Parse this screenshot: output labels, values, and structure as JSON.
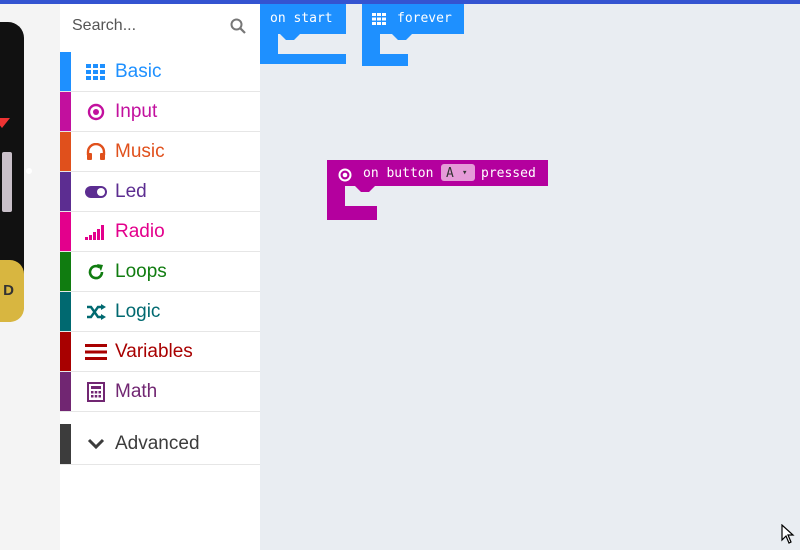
{
  "search": {
    "placeholder": "Search..."
  },
  "simulator": {
    "button_label": "D"
  },
  "toolbox": {
    "categories": [
      {
        "label": "Basic",
        "color": "#1e90ff",
        "icon": "grid-icon"
      },
      {
        "label": "Input",
        "color": "#c2109e",
        "icon": "target-icon"
      },
      {
        "label": "Music",
        "color": "#e0501c",
        "icon": "headphones-icon"
      },
      {
        "label": "Led",
        "color": "#5c2d91",
        "icon": "toggle-icon"
      },
      {
        "label": "Radio",
        "color": "#e3008c",
        "icon": "signal-bars-icon"
      },
      {
        "label": "Loops",
        "color": "#107c10",
        "icon": "refresh-icon"
      },
      {
        "label": "Logic",
        "color": "#006970",
        "icon": "shuffle-icon"
      },
      {
        "label": "Variables",
        "color": "#a80000",
        "icon": "list-lines-icon"
      },
      {
        "label": "Math",
        "color": "#712672",
        "icon": "calculator-icon"
      }
    ],
    "advanced": {
      "label": "Advanced",
      "color": "#3c3c3c",
      "icon": "chevron-down-icon"
    }
  },
  "workspace": {
    "on_start": {
      "label": "on start",
      "color": "#1e90ff"
    },
    "forever": {
      "label": "forever",
      "color": "#1e90ff"
    },
    "on_button": {
      "prefix": "on button",
      "dropdown_value": "A",
      "suffix": "pressed",
      "color": "#b4009e"
    }
  }
}
